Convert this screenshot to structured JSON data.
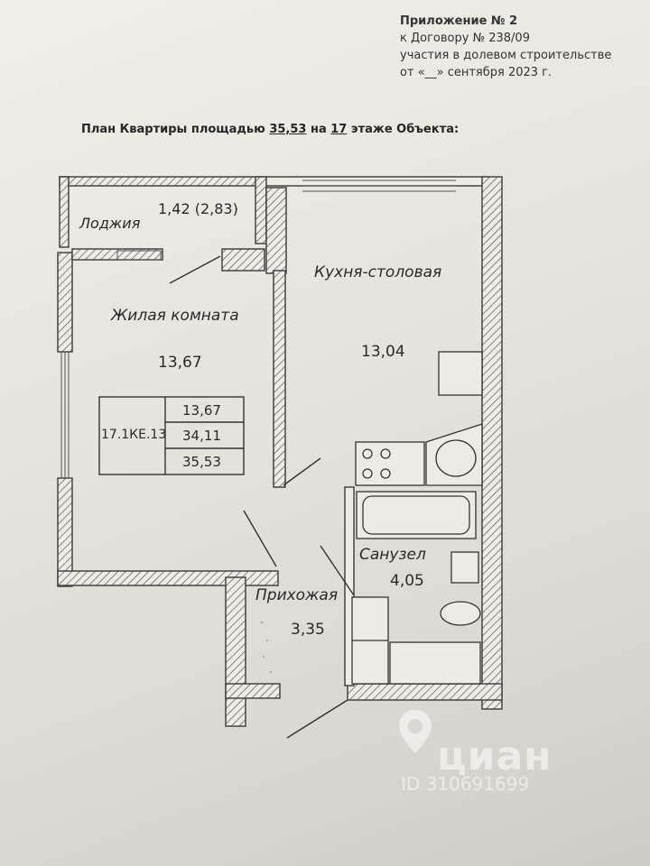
{
  "header": {
    "line1": "Приложение № 2",
    "line2": "к Договору № 238/09",
    "line3": "участия в долевом строительстве",
    "line4": "от «__» сентября 2023 г."
  },
  "plan_title": {
    "prefix": "План Квартиры площадью ",
    "area": "35,53",
    "middle": " на ",
    "floor": "17",
    "suffix": " этаже Объекта:"
  },
  "rooms": {
    "loggia": {
      "name": "Лоджия",
      "area": "1,42 (2,83)"
    },
    "living": {
      "name": "Жилая комната",
      "area": "13,67"
    },
    "kitchen": {
      "name": "Кухня-столовая",
      "area": "13,04"
    },
    "bathroom": {
      "name": "Санузел",
      "area": "4,05"
    },
    "hall": {
      "name": "Прихожая",
      "area": "3,35"
    }
  },
  "summary_table": {
    "code": "17.1КЕ.13",
    "rows": [
      "13,67",
      "34,11",
      "35,53"
    ]
  },
  "watermark": {
    "brand": "циан",
    "id": "ID 310691699"
  },
  "icons": [
    "location-pin-icon"
  ]
}
